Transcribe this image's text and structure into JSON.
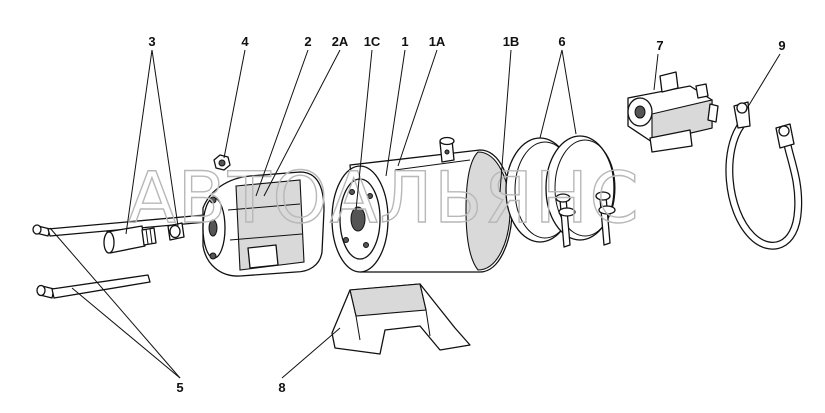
{
  "callouts": [
    {
      "id": "c3",
      "text": "3"
    },
    {
      "id": "c4",
      "text": "4"
    },
    {
      "id": "c2",
      "text": "2"
    },
    {
      "id": "c2a",
      "text": "2A"
    },
    {
      "id": "c1c",
      "text": "1C"
    },
    {
      "id": "c1",
      "text": "1"
    },
    {
      "id": "c1a",
      "text": "1A"
    },
    {
      "id": "c1b",
      "text": "1B"
    },
    {
      "id": "c6",
      "text": "6"
    },
    {
      "id": "c7",
      "text": "7"
    },
    {
      "id": "c9",
      "text": "9"
    },
    {
      "id": "c5",
      "text": "5"
    },
    {
      "id": "c8",
      "text": "8"
    }
  ],
  "watermark": "АВТОАЛЬЯНС"
}
